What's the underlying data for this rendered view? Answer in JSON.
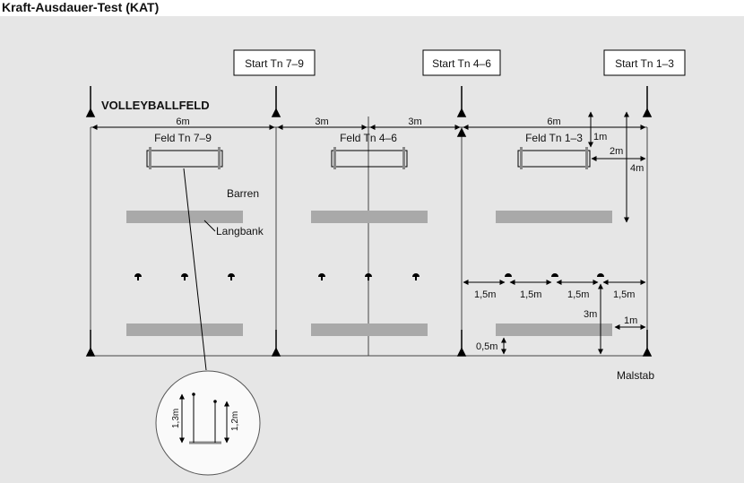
{
  "title": "Kraft-Ausdauer-Test (KAT)",
  "field_label": "VOLLEYBALLFELD",
  "start_boxes": [
    "Start Tn 7–9",
    "Start Tn 4–6",
    "Start Tn 1–3"
  ],
  "fields": [
    "Feld Tn 7–9",
    "Feld Tn 4–6",
    "Feld Tn 1–3"
  ],
  "labels": {
    "barren": "Barren",
    "langbank": "Langbank",
    "malstab": "Malstab"
  },
  "dimensions": {
    "top": [
      "6m",
      "3m",
      "3m",
      "6m"
    ],
    "spacing": [
      "1,5m",
      "1,5m",
      "1,5m",
      "1,5m"
    ],
    "v_1m": "1m",
    "h_2m": "2m",
    "v_4m": "4m",
    "v_3m": "3m",
    "h_1m": "1m",
    "v_05m": "0,5m"
  },
  "detail": {
    "h1": "1,3m",
    "h2": "1,2m"
  },
  "colors": {
    "background": "#e6e6e6",
    "bench": "#a9a9a9",
    "line": "#000000"
  }
}
